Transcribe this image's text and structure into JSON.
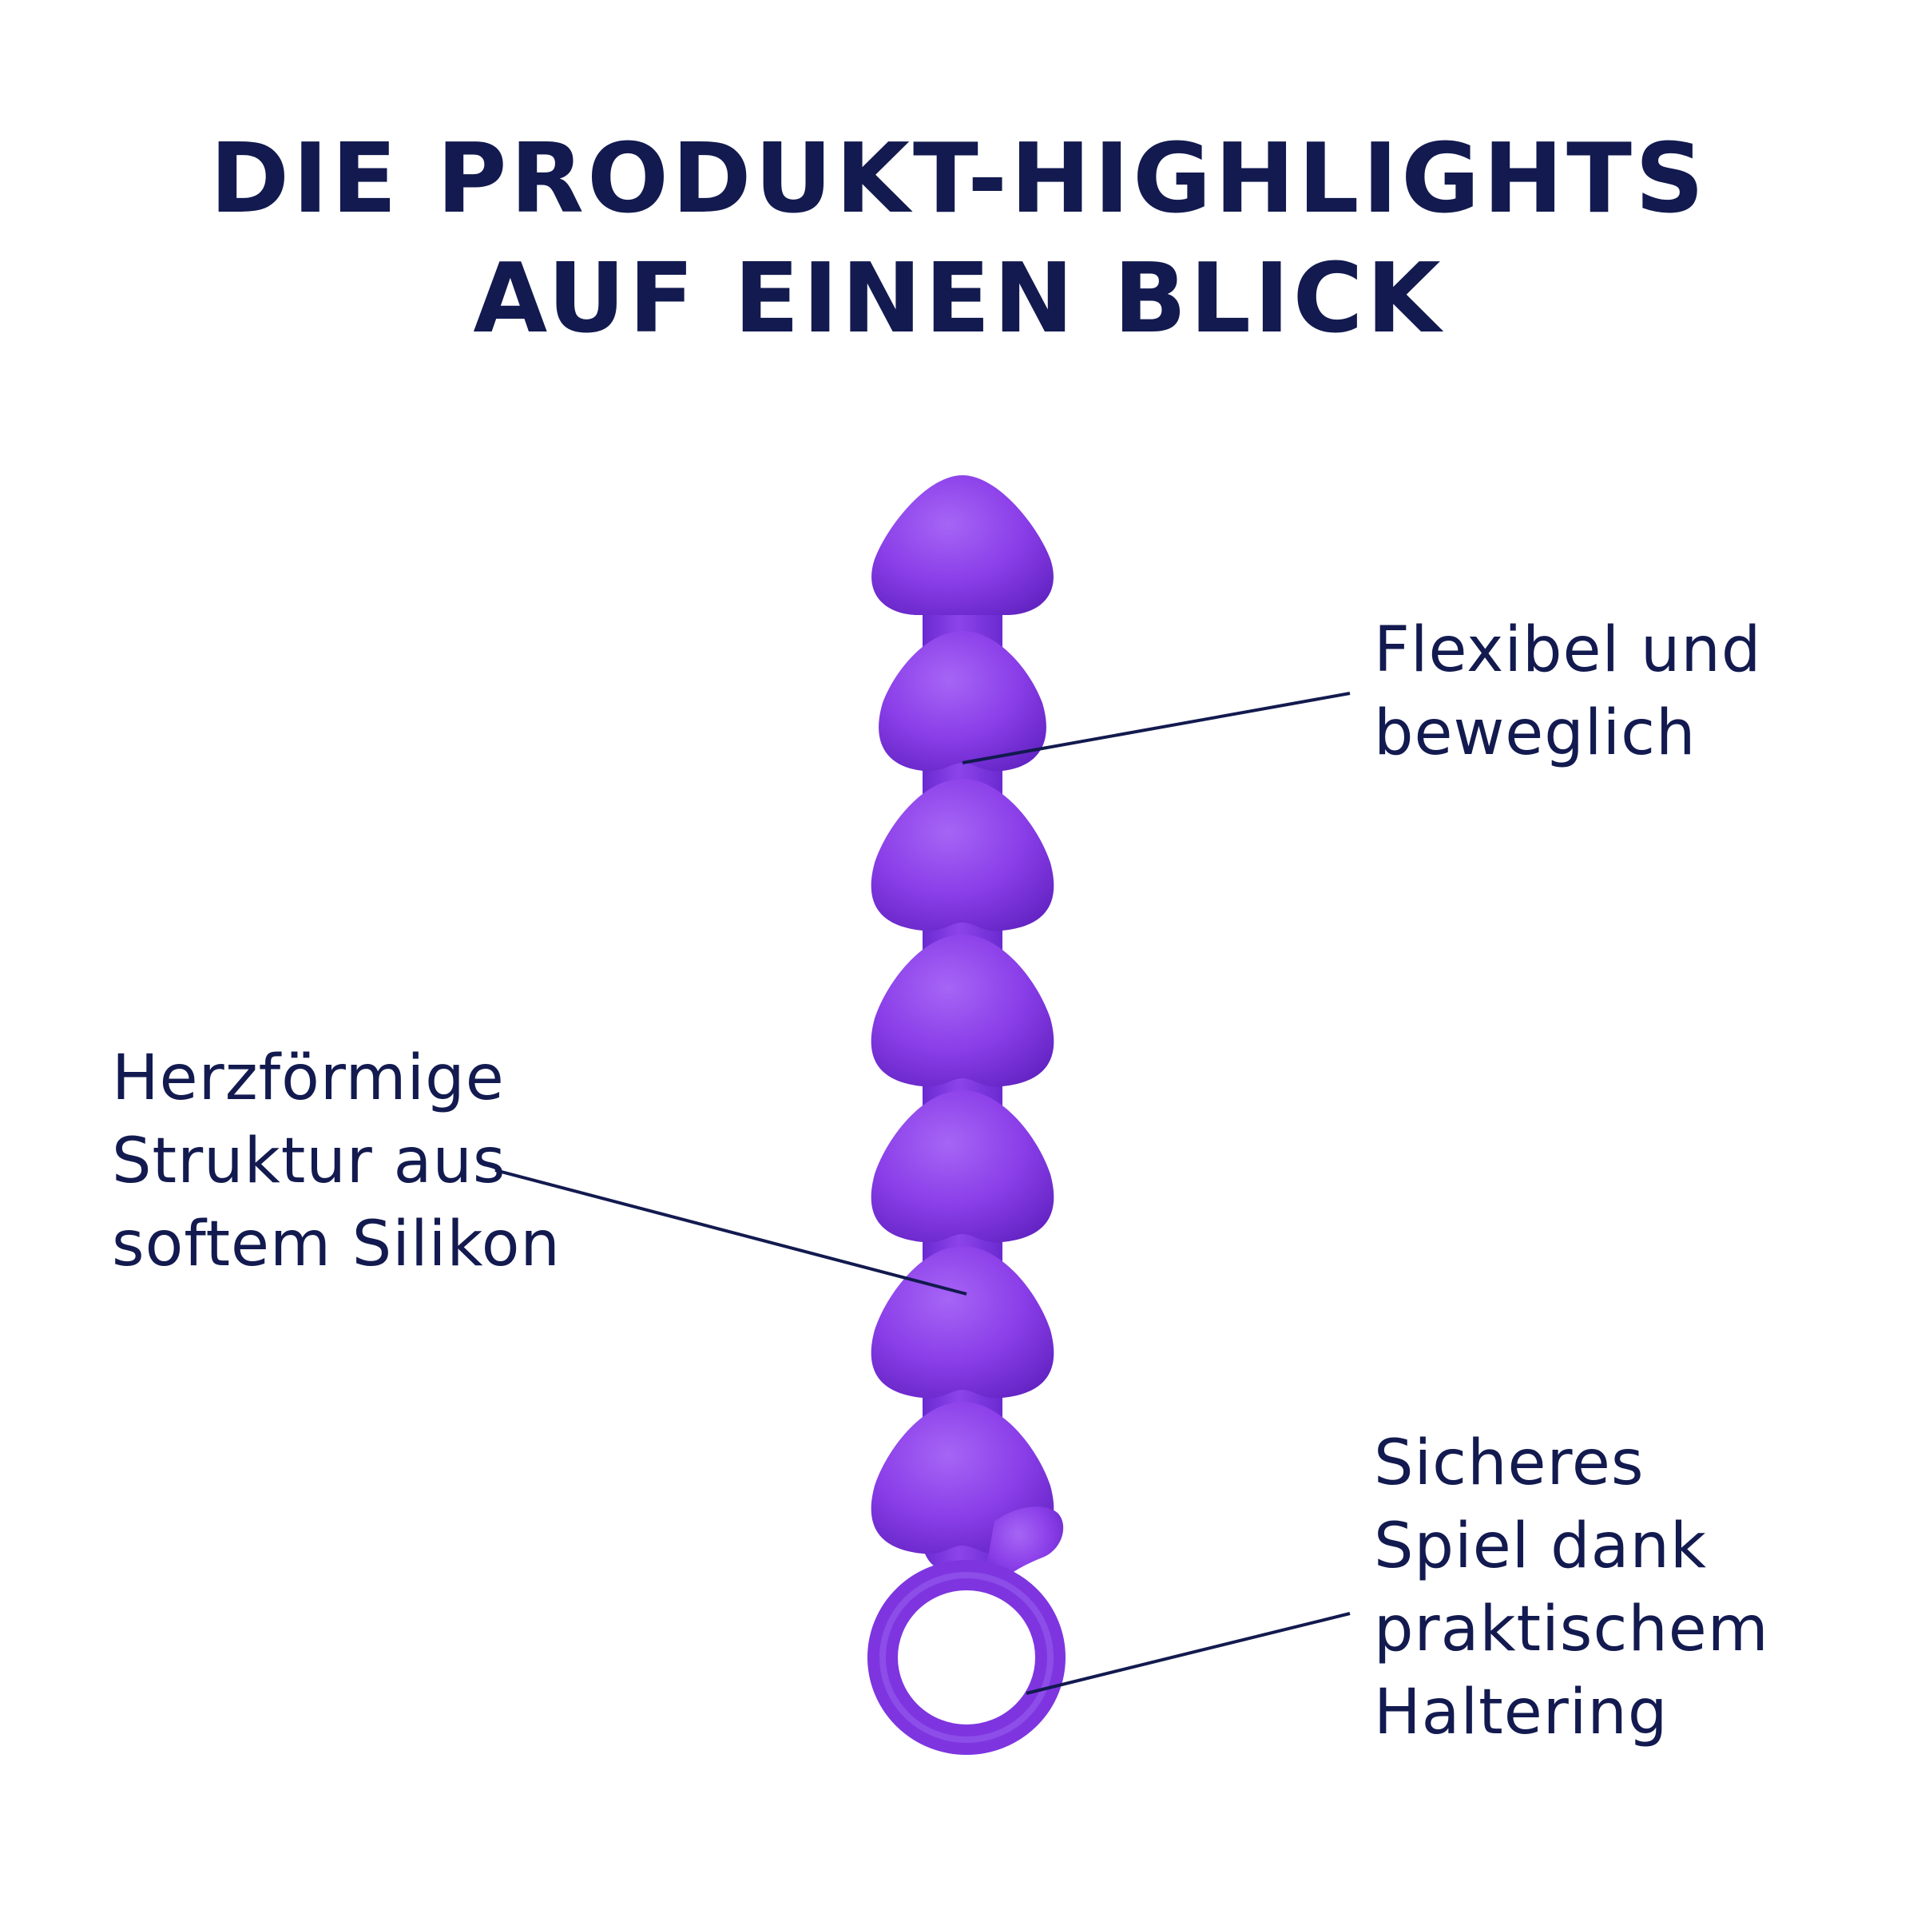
{
  "headline": {
    "line1": "DIE PRODUKT-HIGHLIGHTS",
    "line2": "AUF EINEN BLICK"
  },
  "callouts": {
    "flexible": [
      "Flexibel und",
      "beweglich"
    ],
    "heart": [
      "Herzförmige",
      "Struktur aus",
      "softem Silikon"
    ],
    "ring": [
      "Sicheres",
      "Spiel dank",
      "praktischem",
      "Haltering"
    ]
  },
  "colors": {
    "text": "#121a4f",
    "product": "#8a3ee8",
    "leader_line": "#121a4f"
  }
}
